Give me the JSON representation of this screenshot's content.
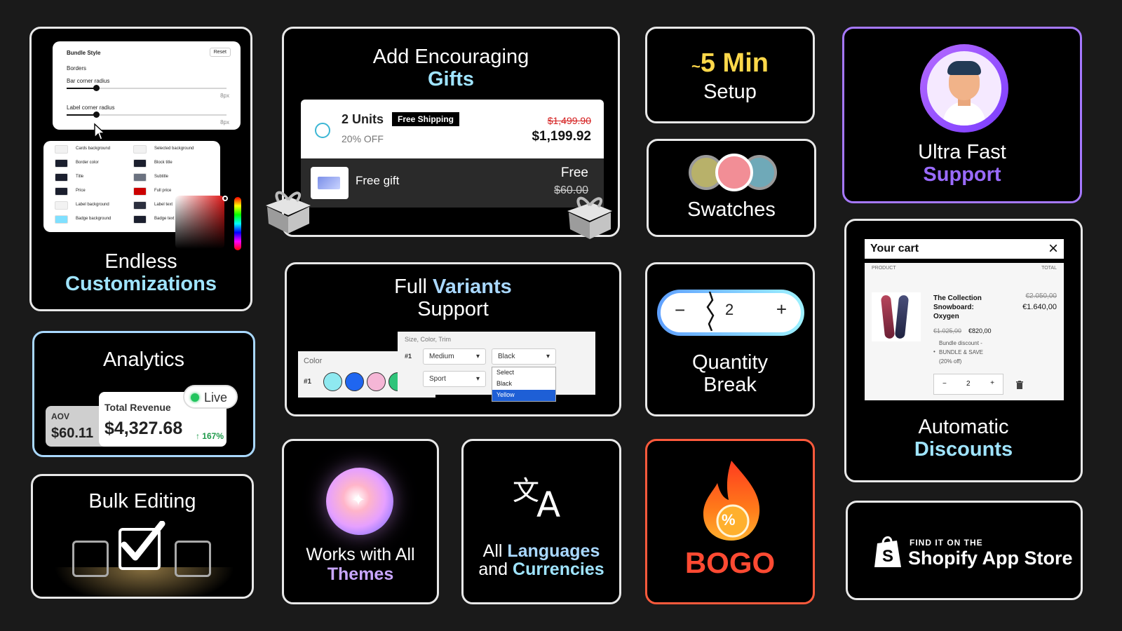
{
  "customizations": {
    "title_line1": "Endless",
    "title_line2": "Customizations",
    "panel": {
      "header": "Bundle Style",
      "reset": "Reset",
      "section": "Borders",
      "slider1_label": "Bar corner radius",
      "slider1_value": "8px",
      "slider2_label": "Label corner radius",
      "slider2_value": "8px"
    },
    "colors": [
      {
        "label": "Cards background",
        "color": "#f2f2f2"
      },
      {
        "label": "Selected background",
        "color": "#f2f2f2"
      },
      {
        "label": "Border color",
        "color": "#1b1f2e"
      },
      {
        "label": "Block title",
        "color": "#1b1f2e"
      },
      {
        "label": "Title",
        "color": "#1b1f2e"
      },
      {
        "label": "Subtitle",
        "color": "#6b7280"
      },
      {
        "label": "Price",
        "color": "#1b1f2e"
      },
      {
        "label": "Full price",
        "color": "#cc0000"
      },
      {
        "label": "Label background",
        "color": "#f2f2f2"
      },
      {
        "label": "Label text",
        "color": "#2b2f3e"
      },
      {
        "label": "Badge background",
        "color": "#7fe0ff"
      },
      {
        "label": "Badge text",
        "color": "#1b1f2e"
      }
    ]
  },
  "gifts": {
    "title_line1": "Add Encouraging",
    "title_line2": "Gifts",
    "units": "2 Units",
    "badge": "Free Shipping",
    "discount": "20% OFF",
    "old_price": "$1,499.90",
    "new_price": "$1,199.92",
    "gift_label": "Free gift",
    "gift_price": "Free",
    "gift_old_price": "$60.00"
  },
  "setup": {
    "prefix": "~",
    "value": "5 Min",
    "label": "Setup",
    "accent_color": "#ffd84a"
  },
  "swatches": {
    "label": "Swatches",
    "colors": [
      "#b8b16a",
      "#f28e96",
      "#6fa9b8"
    ]
  },
  "support": {
    "title_line1": "Ultra Fast",
    "title_line2": "Support"
  },
  "analytics": {
    "title": "Analytics",
    "aov_label": "AOV",
    "aov_value": "$60.11",
    "revenue_label": "Total Revenue",
    "revenue_value": "$4,327.68",
    "growth": "↑ 167%",
    "live": "Live"
  },
  "variants": {
    "title_part1": "Full ",
    "title_part2": "Variants",
    "title_line2": "Support",
    "color_label": "Color",
    "row_label": "#1",
    "circle_colors": [
      "#8fe9f0",
      "#1f66f0",
      "#f5b6d6",
      "#2fc47a"
    ],
    "panel_label": "Size, Color, Trim",
    "select_medium": "Medium",
    "select_black": "Black",
    "select_sport": "Sport",
    "options": [
      "Select",
      "Black",
      "Yellow"
    ]
  },
  "quantity": {
    "minus": "−",
    "value": "2",
    "plus": "+",
    "title_line1": "Quantity",
    "title_line2": "Break"
  },
  "cart": {
    "title": "Your cart",
    "col_product": "PRODUCT",
    "col_total": "TOTAL",
    "product_name": "The Collection Snowboard: Oxygen",
    "old_price": "€2.050,00",
    "new_price": "€1.640,00",
    "unit_old": "€1.025,00",
    "unit_new": "€820,00",
    "discount_text": "Bundle discount -",
    "discount_name": "BUNDLE & SAVE",
    "discount_pct": "(20% off)",
    "qty": "2",
    "minus": "−",
    "plus": "+",
    "title_line1": "Automatic",
    "title_line2": "Discounts"
  },
  "bulk": {
    "title": "Bulk Editing"
  },
  "themes": {
    "title_line1": "Works with All",
    "title_line2": "Themes"
  },
  "languages": {
    "line1_part1": "All ",
    "line1_part2": "Languages",
    "line2_part1": "and ",
    "line2_part2": "Currencies"
  },
  "bogo": {
    "label": "BOGO",
    "badge": "%"
  },
  "shopify": {
    "small": "FIND IT ON THE",
    "big": "Shopify App Store"
  }
}
